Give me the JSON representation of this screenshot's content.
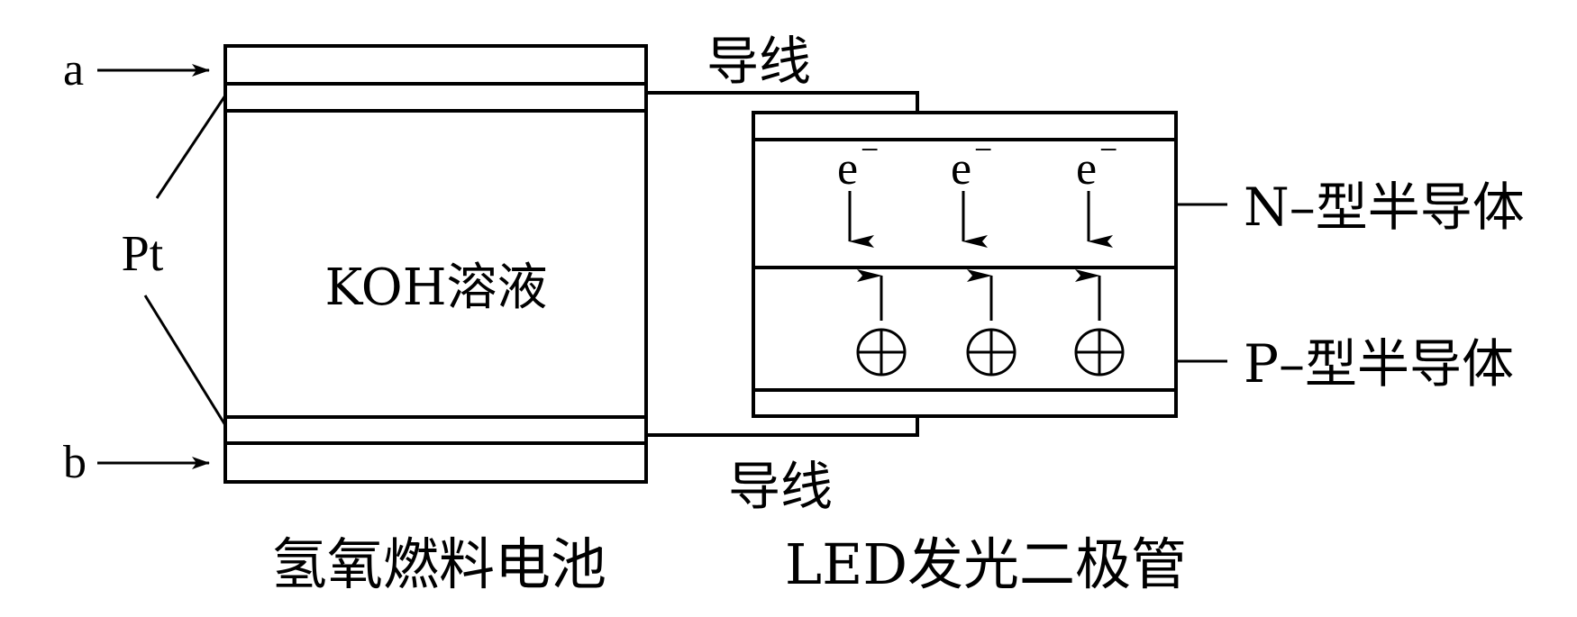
{
  "diagram": {
    "title_fuel_cell": "氢氧燃料电池",
    "title_led": "LED发光二极管",
    "inlet_a": "a",
    "inlet_b": "b",
    "electrode_label": "Pt",
    "electrolyte_label": "KOH溶液",
    "wire_top_label": "导线",
    "wire_bottom_label": "导线",
    "n_type_label": "N–型半导体",
    "p_type_label": "P–型半导体",
    "electron_symbol": "e",
    "electron_charge": "−",
    "electron_count": 3,
    "hole_count": 3,
    "electron_flow_direction": "down",
    "hole_flow_direction": "up",
    "hole_symbol": "circled-plus"
  }
}
